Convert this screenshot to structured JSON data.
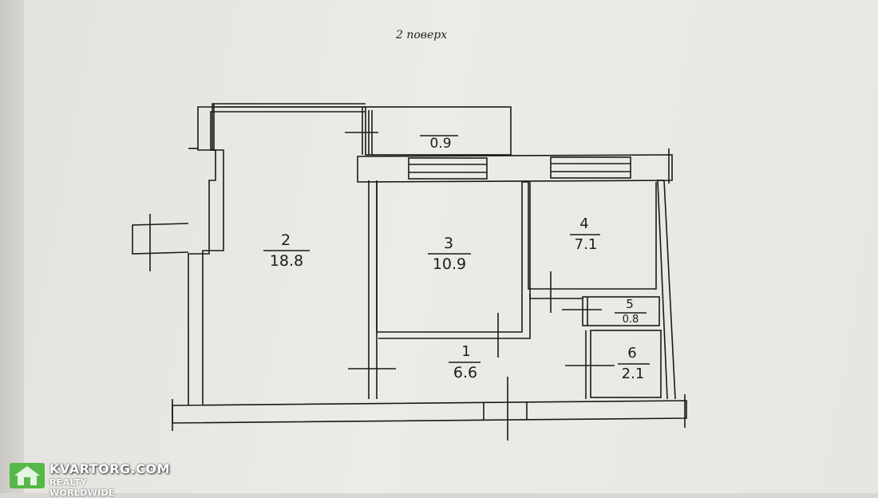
{
  "floor_title": "2 поверх",
  "rooms": [
    {
      "id": "1",
      "number": "1",
      "area": "6.6"
    },
    {
      "id": "2",
      "number": "2",
      "area": "18.8"
    },
    {
      "id": "3",
      "number": "3",
      "area": "10.9"
    },
    {
      "id": "4",
      "number": "4",
      "area": "7.1"
    },
    {
      "id": "5",
      "number": "5",
      "area": "0.8"
    },
    {
      "id": "6",
      "number": "6",
      "area": "2.1"
    }
  ],
  "balcony": {
    "area": "0.9"
  },
  "watermark": {
    "brand": "KVARTORG.COM",
    "subtitle": "REALTY WORLDWIDE"
  },
  "colors": {
    "line": "#1a1a1a",
    "paper": "#eae9e5",
    "brand": "#55b848"
  }
}
